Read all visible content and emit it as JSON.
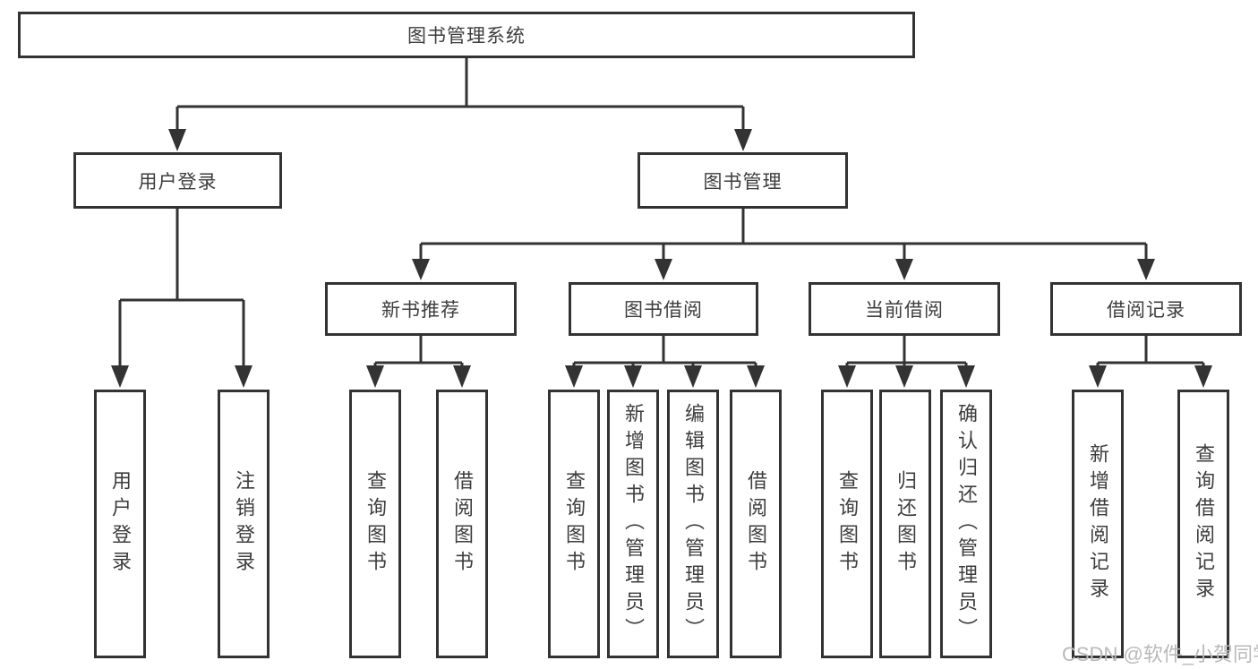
{
  "diagram": {
    "root": {
      "label": "图书管理系统"
    },
    "branches": [
      {
        "label": "用户登录",
        "children": [
          {
            "label": "用户登录"
          },
          {
            "label": "注销登录"
          }
        ]
      },
      {
        "label": "图书管理",
        "children": [
          {
            "label": "新书推荐",
            "children": [
              {
                "label": "查询图书"
              },
              {
                "label": "借阅图书"
              }
            ]
          },
          {
            "label": "图书借阅",
            "children": [
              {
                "label": "查询图书"
              },
              {
                "label": "新增图书（管理员）"
              },
              {
                "label": "编辑图书（管理员）"
              },
              {
                "label": "借阅图书"
              }
            ]
          },
          {
            "label": "当前借阅",
            "children": [
              {
                "label": "查询图书"
              },
              {
                "label": "归还图书"
              },
              {
                "label": "确认归还（管理员）"
              }
            ]
          },
          {
            "label": "借阅记录",
            "children": [
              {
                "label": "新增借阅记录"
              },
              {
                "label": "查询借阅记录"
              }
            ]
          }
        ]
      }
    ]
  },
  "watermark": {
    "text": "CSDN @软件_小贺同学"
  },
  "colors": {
    "line": "#333333",
    "text": "#3d3d3d",
    "watermark": "#b9b9b9",
    "background": "#ffffff"
  }
}
